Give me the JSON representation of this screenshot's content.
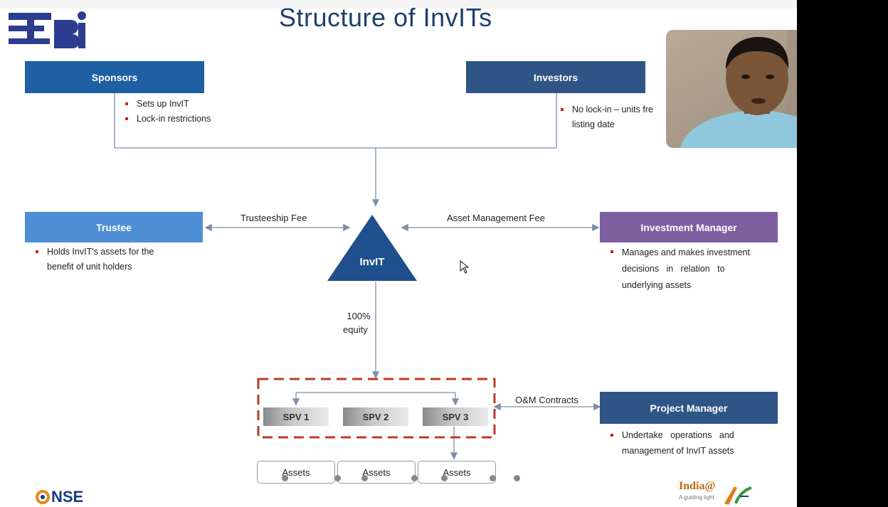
{
  "slide": {
    "title": "Structure of InvITs",
    "logo_text": "SEBI",
    "footer_left": "NSE",
    "footer_right_line1": "India@",
    "footer_right_line2": "A guiding light"
  },
  "nodes": {
    "sponsors": {
      "label": "Sponsors",
      "bullets": [
        "Sets up InvIT",
        "Lock-in restrictions"
      ]
    },
    "investors": {
      "label": "Investors",
      "bullet_line1": "No lock-in – units fre",
      "bullet_line2": "listing date"
    },
    "trustee": {
      "label": "Trustee",
      "bullet_line1": "Holds InvIT's assets for the",
      "bullet_line2": "benefit of unit holders"
    },
    "invit": {
      "label": "InvIT"
    },
    "investment_manager": {
      "label": "Investment Manager",
      "bullet_line1": "Manages and makes investment",
      "bullet_line2": "decisions   in   relation   to",
      "bullet_line3": "underlying assets"
    },
    "project_manager": {
      "label": "Project Manager",
      "bullet_line1": "Undertake   operations   and",
      "bullet_line2": "management of InvIT assets"
    }
  },
  "edges": {
    "trusteeship_fee": "Trusteeship Fee",
    "asset_management_fee": "Asset Management Fee",
    "equity_line1": "100%",
    "equity_line2": "equity",
    "om_contracts": "O&M Contracts"
  },
  "spvs": [
    "SPV 1",
    "SPV 2",
    "SPV 3"
  ],
  "assets": [
    "Assets",
    "Assets",
    "Assets"
  ],
  "colors": {
    "sponsors": "#1f5fa3",
    "investors": "#2f5586",
    "trustee": "#4f8fd6",
    "invit": "#1f4f8c",
    "investment_manager": "#7e5fa0",
    "project_manager": "#2f5586",
    "dashed_border": "#c0392b",
    "title": "#1f3f70"
  },
  "webcam": {
    "description_icon": "presenter-video-feed"
  }
}
